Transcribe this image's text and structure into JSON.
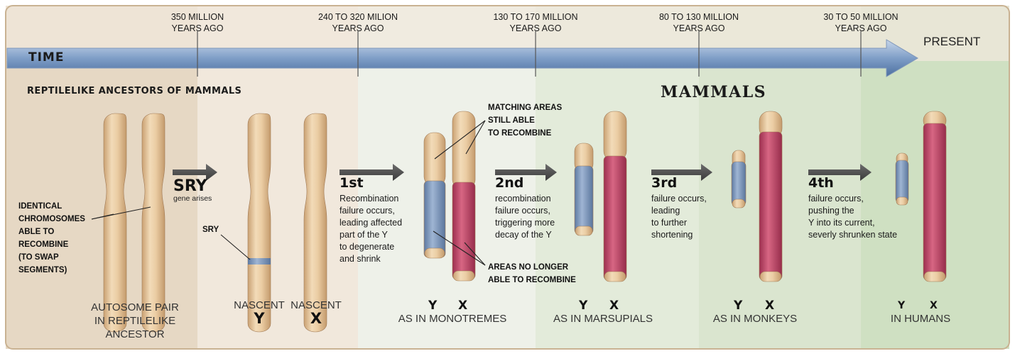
{
  "timeline": {
    "label": "TIME",
    "present": "PRESENT",
    "eras": [
      [
        "350 MILLION",
        "YEARS AGO"
      ],
      [
        "240 TO 320 MILION",
        "YEARS AGO"
      ],
      [
        "130 TO 170 MILLION",
        "YEARS AGO"
      ],
      [
        "80 TO 130 MILLION",
        "YEARS AGO"
      ],
      [
        "30 TO 50 MILLION",
        "YEARS AGO"
      ]
    ]
  },
  "headings": {
    "ancestors": "REPTILELIKE ANCESTORS OF MAMMALS",
    "mammals": "MAMMALS"
  },
  "annotations": {
    "identical": [
      "IDENTICAL",
      "CHROMOSOMES",
      "ABLE TO",
      "RECOMBINE",
      "(TO SWAP",
      "SEGMENTS)"
    ],
    "sry_marker": "SRY",
    "matching": [
      "MATCHING AREAS",
      "STILL ABLE",
      "TO RECOMBINE"
    ],
    "no_longer": [
      "AREAS NO LONGER",
      "ABLE TO RECOMBINE"
    ]
  },
  "steps": {
    "sry": {
      "title": "SRY",
      "text": "gene arises"
    },
    "first": {
      "title": "1st",
      "lines": [
        "Recombination",
        "failure occurs,",
        "leading affected",
        "part of the Y",
        "to degenerate",
        "and shrink"
      ]
    },
    "second": {
      "title": "2nd",
      "lines": [
        "recombination",
        "failure occurs,",
        "triggering more",
        "decay of the Y"
      ]
    },
    "third": {
      "title": "3rd",
      "lines": [
        "failure occurs,",
        "leading",
        "to further",
        "shortening"
      ]
    },
    "fourth": {
      "title": "4th",
      "lines": [
        "failure occurs,",
        "pushing the",
        "Y into its current,",
        "severly shrunken state"
      ]
    }
  },
  "captions": {
    "autosome": [
      "AUTOSOME PAIR",
      "IN REPTILELIKE",
      "ANCESTOR"
    ],
    "nascent_y": {
      "word": "NASCENT",
      "letter": "Y"
    },
    "nascent_x": {
      "word": "NASCENT",
      "letter": "X"
    },
    "monotremes": {
      "y": "Y",
      "x": "X",
      "text": "AS IN MONOTREMES"
    },
    "marsupials": {
      "y": "Y",
      "x": "X",
      "text": "AS IN MARSUPIALS"
    },
    "monkeys": {
      "y": "Y",
      "x": "X",
      "text": "AS IN MONKEYS"
    },
    "humans": {
      "y": "Y",
      "x": "X",
      "text": "IN HUMANS"
    }
  },
  "colors": {
    "beige_chromosome": "#e8c9a0",
    "blue_chromosome": "#8aa3c4",
    "red_chromosome": "#c4506e",
    "arrow_blue": "#5b7fb0",
    "mammal_green": "#dfe8d3"
  }
}
